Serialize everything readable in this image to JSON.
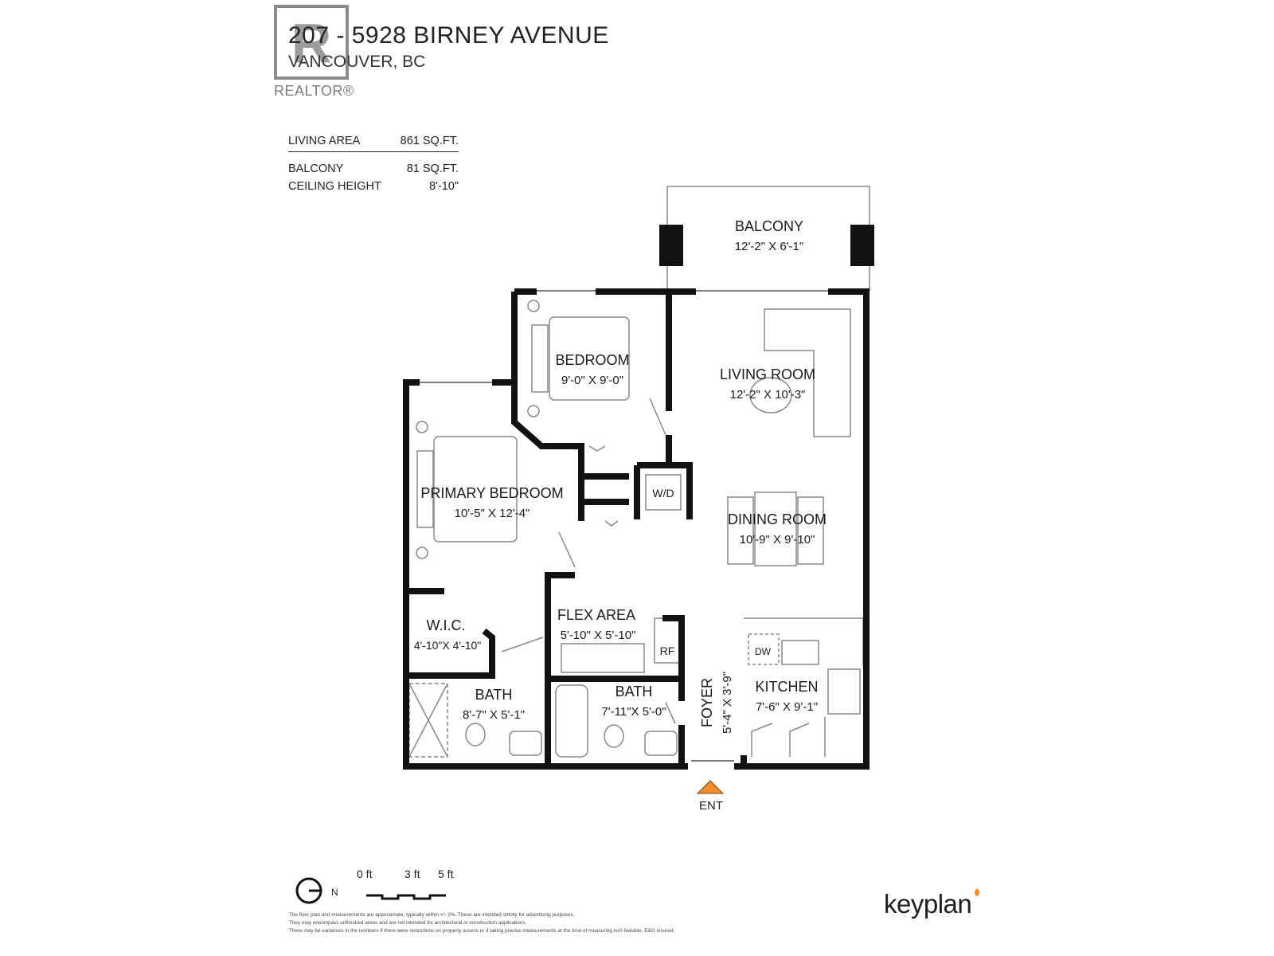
{
  "header": {
    "address": "207 - 5928 BIRNEY AVENUE",
    "city": "VANCOUVER, BC",
    "logo_letter": "R",
    "logo_word": "REALTOR®"
  },
  "stats": [
    {
      "label": "LIVING AREA",
      "value": "861 SQ.FT."
    },
    {
      "label": "BALCONY",
      "value": "81 SQ.FT."
    },
    {
      "label": "CEILING HEIGHT",
      "value": "8'-10\""
    }
  ],
  "rooms": {
    "balcony": {
      "name": "BALCONY",
      "dims": "12'-2\"  X   6'-1\""
    },
    "bedroom": {
      "name": "BEDROOM",
      "dims": "9'-0\"   X   9'-0\""
    },
    "living": {
      "name": "LIVING ROOM",
      "dims": "12'-2\"  X  10'-3\""
    },
    "primary": {
      "name": "PRIMARY BEDROOM",
      "dims": "10'-5\"  X  12'-4\""
    },
    "dining": {
      "name": "DINING ROOM",
      "dims": "10'-9\"  X   9'-10\""
    },
    "wic": {
      "name": "W.I.C.",
      "dims": "4'-10\"X 4'-10\""
    },
    "flex": {
      "name": "FLEX AREA",
      "dims": "5'-10\" X  5'-10\""
    },
    "bath1": {
      "name": "BATH",
      "dims": "8'-7\"   X   5'-1\""
    },
    "bath2": {
      "name": "BATH",
      "dims": "7'-11\"X 5'-0\""
    },
    "kitchen": {
      "name": "KITCHEN",
      "dims": "7'-6\"  X  9'-1\""
    },
    "foyer": {
      "name": "FOYER",
      "dims": "5'-4\"  X  3'-9\""
    }
  },
  "fixtures": {
    "wd": "W/D",
    "rf": "RF",
    "dw": "DW"
  },
  "entrance": "ENT",
  "north": "N",
  "scale": [
    "0 ft",
    "3 ft",
    "5 ft"
  ],
  "disclaimer": [
    "The floor plan and measurements are approximate, typically within +/- 2%. These are intended strictly for advertising purposes.",
    "They may encompass unfinished areas and are not intended for architectural or construction applications.",
    "There may be variances in the numbers if there were restrictions on property access or if taking precise measurements at the time of measuring isn't feasible. E&O insured."
  ],
  "brand": "keyplan",
  "colors": {
    "wall": "#111111",
    "entrance": "#f28c28",
    "logo": "#8a8a8a",
    "brand_leaf": "#f28c28"
  }
}
